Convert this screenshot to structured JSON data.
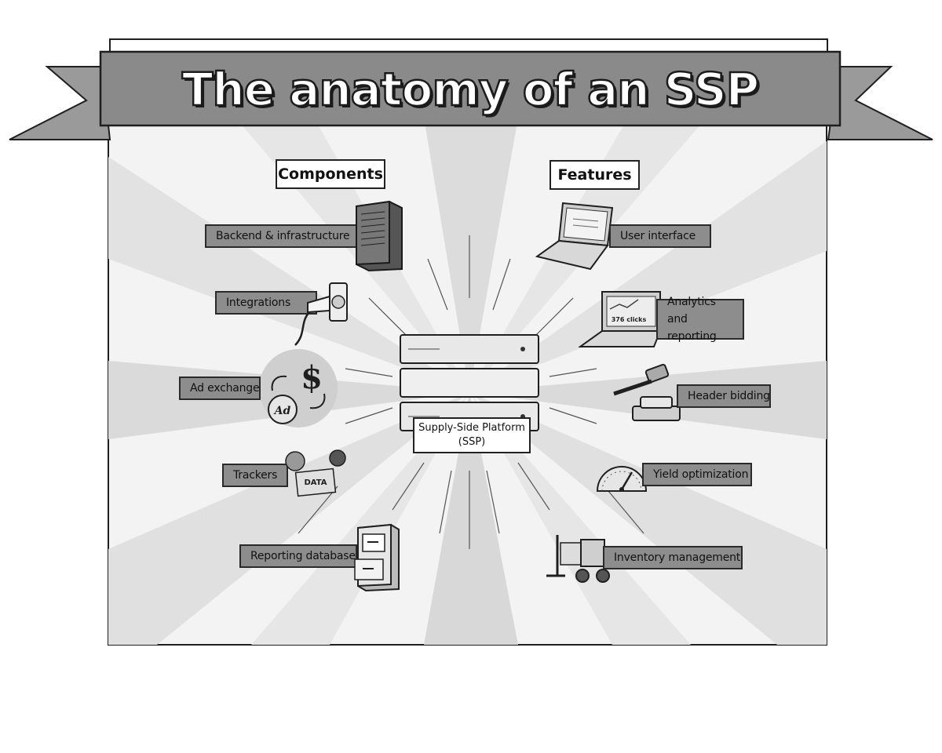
{
  "title": "The anatomy of an SSP",
  "headers": {
    "components": "Components",
    "features": "Features"
  },
  "center": {
    "line1": "Supply-Side Platform",
    "line2": "(SSP)"
  },
  "components": [
    {
      "label": "Backend & infrastructure",
      "icon": "server-tower-icon"
    },
    {
      "label": "Integrations",
      "icon": "power-plug-icon"
    },
    {
      "label": "Ad exchange",
      "icon": "money-exchange-icon"
    },
    {
      "label": "Trackers",
      "icon": "trackers-data-icon"
    },
    {
      "label": "Reporting database",
      "icon": "filing-cabinet-icon"
    }
  ],
  "features": [
    {
      "label": "User interface",
      "icon": "laptop-icon"
    },
    {
      "label": "Analytics and reporting",
      "line1": "Analytics and",
      "line2": "reporting",
      "icon": "analytics-laptop-icon"
    },
    {
      "label": "Header bidding",
      "icon": "gavel-icon"
    },
    {
      "label": "Yield optimization",
      "icon": "gauge-icon"
    },
    {
      "label": "Inventory management",
      "icon": "forklift-icon"
    }
  ],
  "icon_text": {
    "clicks": "376 clicks",
    "ad": "Ad",
    "dollar": "$",
    "data": "DATA"
  },
  "colors": {
    "banner": "#8a8a8a",
    "label_fill": "#8d8d8d",
    "panel": "#f2f2f2",
    "ink": "#1f1f1f"
  }
}
